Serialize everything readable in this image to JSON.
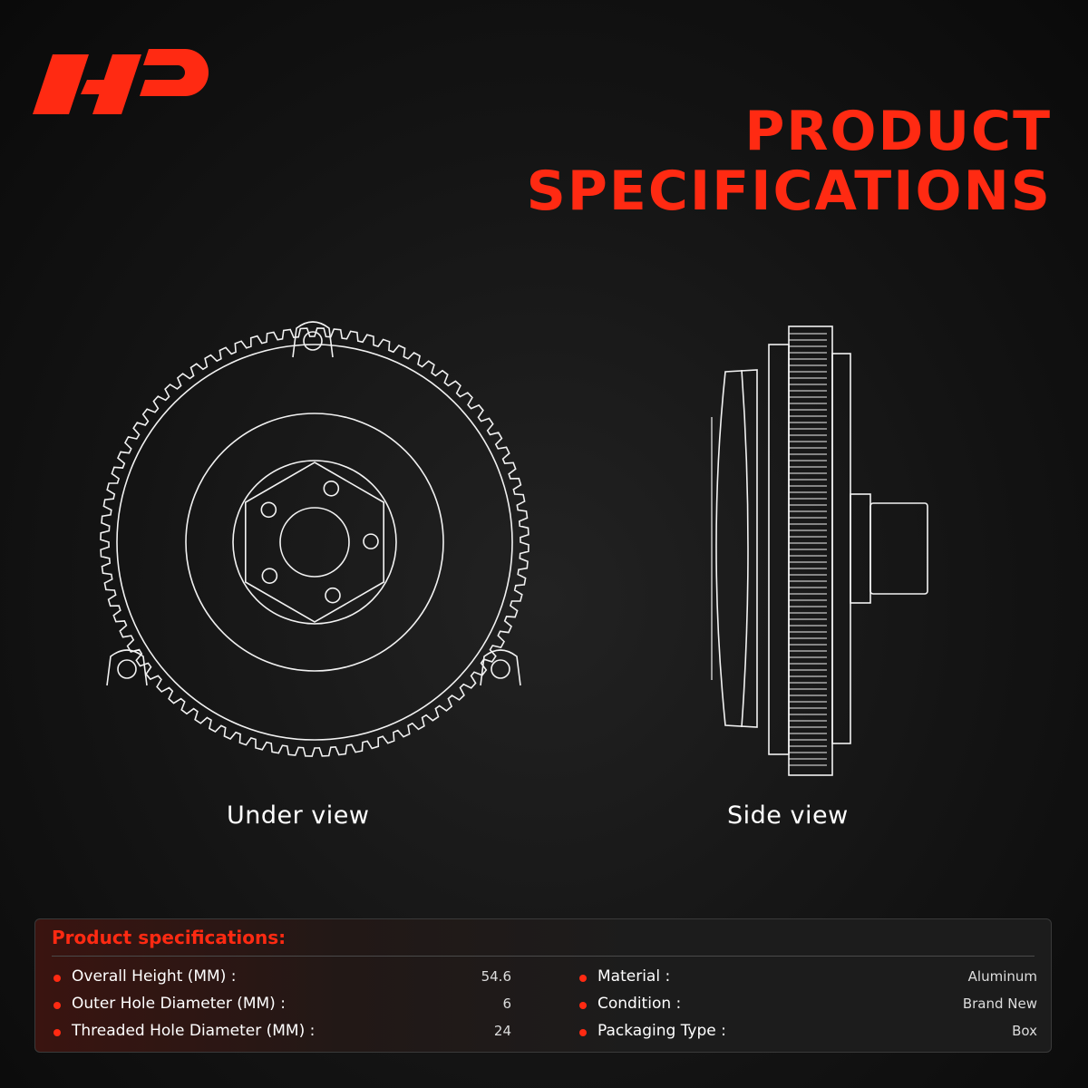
{
  "brand": {
    "logo_icon": "brand-ap-logo",
    "accent_color": "#ff2a12"
  },
  "title": {
    "line1": "PRODUCT",
    "line2": "SPECIFICATIONS"
  },
  "views": {
    "under_label": "Under view",
    "side_label": "Side view"
  },
  "specs": {
    "heading": "Product specifications:",
    "left": [
      {
        "label": "Overall Height (MM) :",
        "value": "54.6"
      },
      {
        "label": "Outer Hole Diameter (MM) :",
        "value": "6"
      },
      {
        "label": "Threaded Hole Diameter (MM) :",
        "value": "24"
      }
    ],
    "right": [
      {
        "label": "Material :",
        "value": "Aluminum"
      },
      {
        "label": "Condition :",
        "value": "Brand New"
      },
      {
        "label": "Packaging Type :",
        "value": "Box"
      }
    ]
  }
}
